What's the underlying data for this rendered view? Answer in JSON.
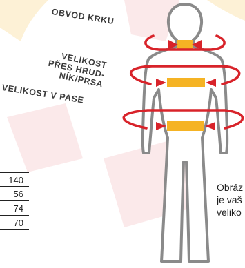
{
  "labels": {
    "neck": "OBVOD KRKU",
    "chest_line1": "VELIKOST",
    "chest_line2": "PŘES HRUD-",
    "chest_line3": "NÍK/PRSA",
    "waist": "VELIKOST V PASE"
  },
  "size_table": {
    "values": [
      "140",
      "56",
      "74",
      "70"
    ]
  },
  "side_note": {
    "line1": "Obráz",
    "line2": "je vaš",
    "line3": "veliko"
  },
  "colors": {
    "arrow_red": "#d8232a",
    "band_yellow": "#f5b324",
    "outline_gray": "#8a8a8a",
    "watermark_pink": "#fbe9ea",
    "watermark_yellow": "#fdf1d6"
  },
  "icons": {
    "figure": "human-body-outline-icon",
    "arrows": "circular-arrow-icon"
  }
}
